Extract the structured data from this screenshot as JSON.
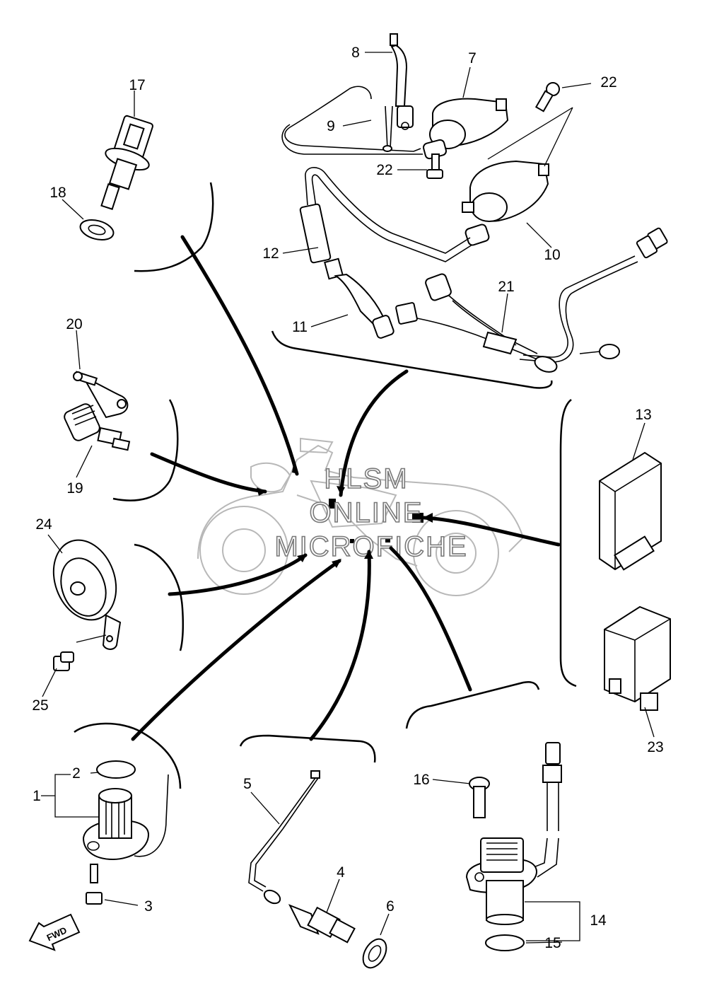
{
  "watermark": {
    "line1": "HLSM",
    "line2": "ONLINE",
    "line3": "MICROFICHE"
  },
  "direction_badge": "FWD",
  "callouts": {
    "c1": "1",
    "c2": "2",
    "c3": "3",
    "c4": "4",
    "c5": "5",
    "c6": "6",
    "c7": "7",
    "c8": "8",
    "c9": "9",
    "c10": "10",
    "c11": "11",
    "c12": "12",
    "c13": "13",
    "c14": "14",
    "c15": "15",
    "c16": "16",
    "c17": "17",
    "c18": "18",
    "c19": "19",
    "c20": "20",
    "c21": "21",
    "c22a": "22",
    "c22b": "22",
    "c23": "23",
    "c24": "24",
    "c25": "25"
  }
}
